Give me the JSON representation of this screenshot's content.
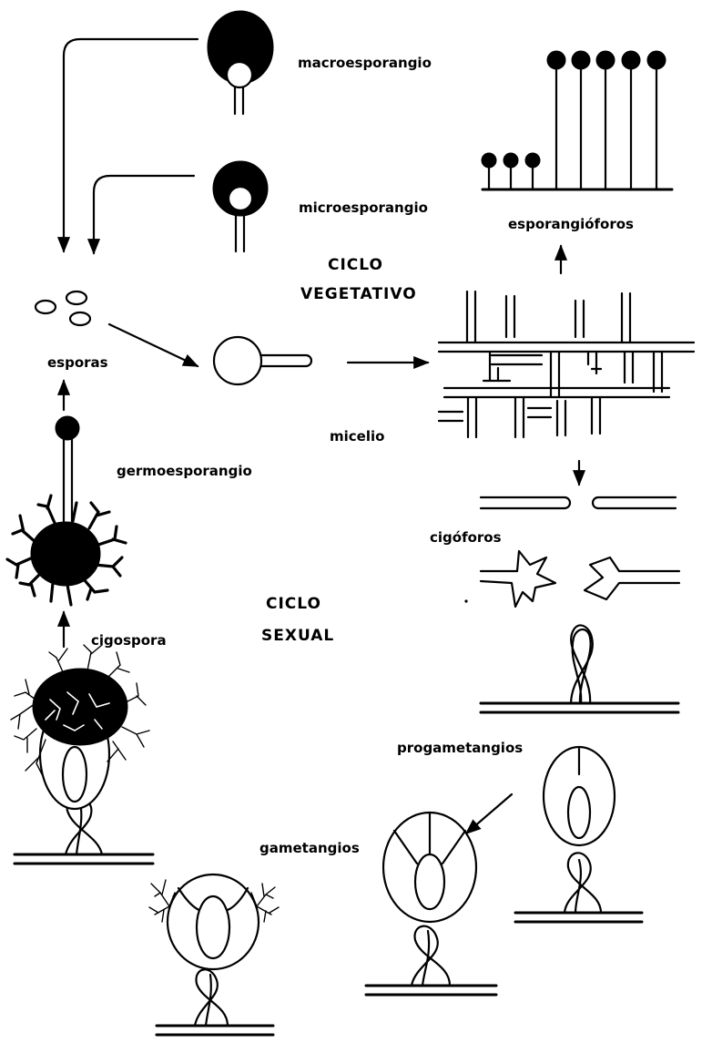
{
  "titles": {
    "vegetative_line1": "CICLO",
    "vegetative_line2": "VEGETATIVO",
    "sexual_line1": "CICLO",
    "sexual_line2": "SEXUAL"
  },
  "labels": {
    "macro": "macroesporangio",
    "micro": "microesporangio",
    "sporangiophores": "esporangióforos",
    "spores": "esporas",
    "mycelium": "micelio",
    "germ": "germoesporangio",
    "zygophores": "cigóforos",
    "zygospore": "cigospora",
    "progametangia": "progametangios",
    "gametangia": "gametangios"
  }
}
